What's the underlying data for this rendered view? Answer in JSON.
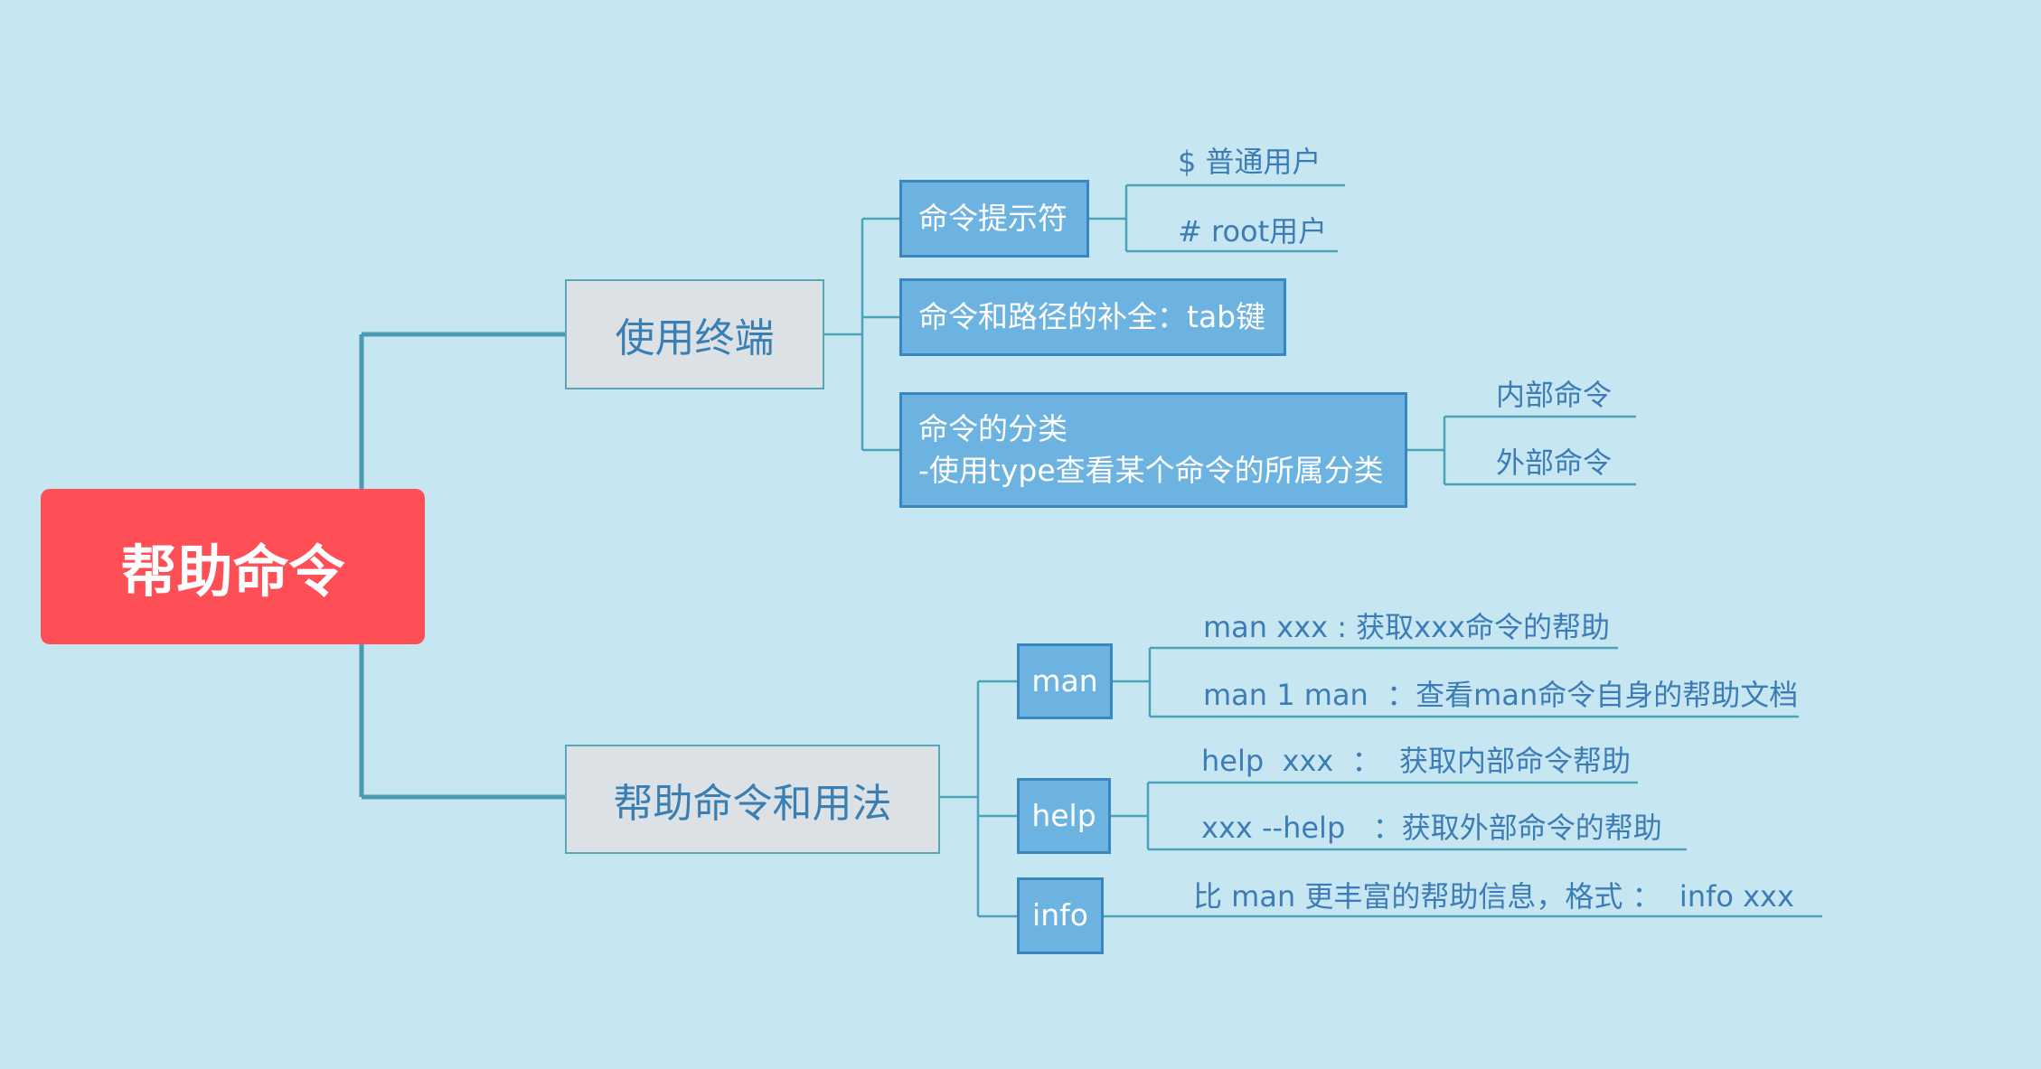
{
  "root": {
    "label": "帮助命令"
  },
  "branches": [
    {
      "label": "使用终端",
      "children": [
        {
          "label": "命令提示符",
          "leaves": [
            "$ 普通用户",
            "# root用户"
          ]
        },
        {
          "label": "命令和路径的补全：tab键",
          "leaves": []
        },
        {
          "label": "命令的分类",
          "label2": "-使用type查看某个命令的所属分类",
          "leaves": [
            "内部命令",
            "外部命令"
          ]
        }
      ]
    },
    {
      "label": "帮助命令和用法",
      "children": [
        {
          "label": "man",
          "leaves": [
            "man xxx : 获取xxx命令的帮助",
            "man 1 man  ：查看man命令自身的帮助文档"
          ]
        },
        {
          "label": "help",
          "leaves": [
            "help  xxx  ：  获取内部命令帮助",
            "xxx --help   ：获取外部命令的帮助"
          ]
        },
        {
          "label": "info",
          "leaves": [
            "比 man 更丰富的帮助信息，格式 ：  info xxx"
          ]
        }
      ]
    }
  ],
  "colors": {
    "background": "#c6e7f1",
    "root_fill": "#fe4f57",
    "main_fill": "#dbe1e4",
    "sub_fill": "#6db3e1",
    "text_blue": "#3d7cb6",
    "connector_thick": "#4a9db0",
    "connector_thin": "#4aa3b8"
  }
}
